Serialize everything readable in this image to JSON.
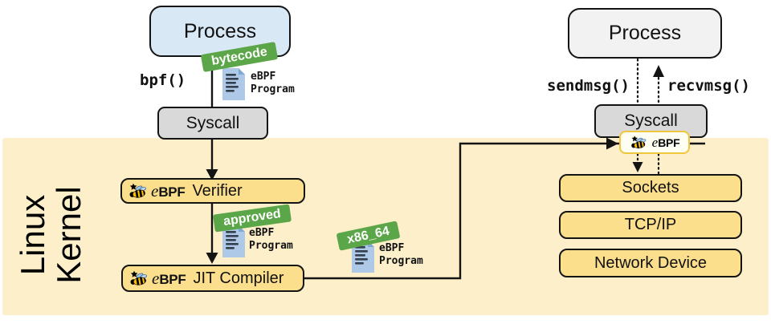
{
  "kernel": {
    "line1": "Linux",
    "line2": "Kernel"
  },
  "left": {
    "process": "Process",
    "bpf_call": "bpf()",
    "bytecode_badge": "bytecode",
    "syscall": "Syscall",
    "verifier_label": "Verifier",
    "approved_badge": "approved",
    "jit_label": "JIT Compiler",
    "arch_badge": "x86_64"
  },
  "right": {
    "process": "Process",
    "sendmsg": "sendmsg()",
    "recvmsg": "recvmsg()",
    "syscall": "Syscall",
    "stack": [
      {
        "label": "Sockets"
      },
      {
        "label": "TCP/IP"
      },
      {
        "label": "Network Device"
      }
    ]
  },
  "ebpf_logo": {
    "e": "e",
    "bpf": "BPF"
  },
  "program_label": {
    "line1": "eBPF",
    "line2": "Program"
  },
  "icons": {
    "bee": "ebpf-bee-icon",
    "document": "ebpf-program-document-icon"
  },
  "colors": {
    "kernel_background": "#FCEFC9",
    "node_yellow": "#FBDF8D",
    "process_blue": "#D9E8F5",
    "syscall_gray": "#D9D9D9",
    "process_gray": "#F2F2F2",
    "badge_green": "#5BA648",
    "ebpf_tag_border": "#F0C63C",
    "line_black": "#141414"
  }
}
